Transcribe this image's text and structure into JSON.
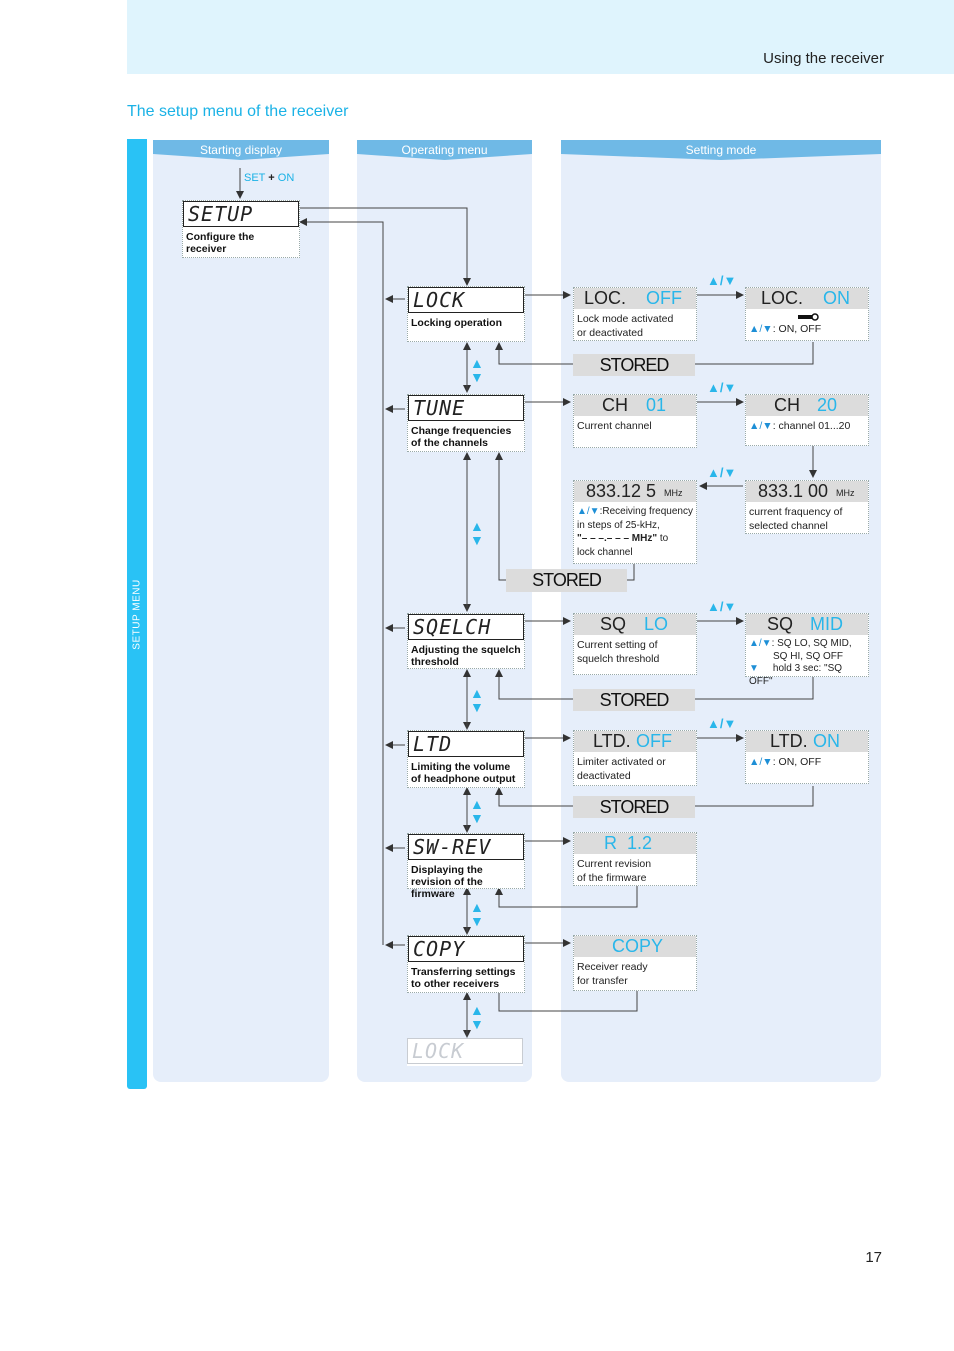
{
  "header": {
    "section": "Using the receiver",
    "title": "The setup menu of the receiver"
  },
  "sidebar": {
    "label": "SETUP MENU"
  },
  "columns": {
    "starting": "Starting display",
    "operating": "Operating menu",
    "setting": "Setting mode"
  },
  "start_hint": {
    "set": "SET",
    "plus": "+",
    "on": "ON"
  },
  "setup": {
    "lcd": "SETUP",
    "desc": "Configure the receiver"
  },
  "operating_menu": [
    {
      "lcd": "LOCK",
      "desc": "Locking operation"
    },
    {
      "lcd": "TUNE",
      "desc": "Change frequencies of the channels"
    },
    {
      "lcd": "SQELCH",
      "desc": "Adjusting the squelch threshold"
    },
    {
      "lcd": "LTD",
      "desc": "Limiting the volume of headphone output"
    },
    {
      "lcd": "SW-REV",
      "desc": "Displaying the revision of the firmware"
    },
    {
      "lcd": "COPY",
      "desc": "Transferring settings to other receivers"
    },
    {
      "lcd": "LOCK",
      "desc": ""
    }
  ],
  "settings": {
    "loc_off": {
      "a": "LOC.",
      "b": "OFF",
      "desc1": "Lock mode activated",
      "desc2": "or deactivated"
    },
    "loc_on": {
      "a": "LOC.",
      "b": "ON",
      "desc": ": ON, OFF"
    },
    "ch_01": {
      "a": "CH",
      "b": "01",
      "desc": "Current channel"
    },
    "ch_20": {
      "a": "CH",
      "b": "20",
      "desc": ": channel 01...20"
    },
    "freq_a": {
      "value": "833.12 5",
      "unit": "MHz",
      "desc1": ":Receiving frequency",
      "desc2": "in steps of 25-kHz,",
      "desc3": "\"– – –.– – – MHz\"",
      "desc3b": " to",
      "desc4": "lock channel"
    },
    "freq_b": {
      "value": "833.1 00",
      "unit": "MHz",
      "desc1": "current fraquency of",
      "desc2": "selected channel"
    },
    "sq_lo": {
      "a": "SQ",
      "b": "LO",
      "desc1": "Current setting of",
      "desc2": "squelch threshold"
    },
    "sq_mid": {
      "a": "SQ",
      "b": "MID",
      "desc1": ": SQ LO, SQ MID,",
      "desc2": "SQ HI, SQ OFF",
      "desc3": "hold 3 sec: \"SQ OFF\""
    },
    "ltd_off": {
      "a": "LTD.",
      "b": "OFF",
      "desc1": "Limiter activated or",
      "desc2": "deactivated"
    },
    "ltd_on": {
      "a": "LTD.",
      "b": "ON",
      "desc": ": ON, OFF"
    },
    "rev": {
      "value": "R  1.2",
      "desc1": "Current revision",
      "desc2": "of the firmware"
    },
    "copy": {
      "value": "COPY",
      "desc1": "Receiver ready",
      "desc2": "for transfer"
    }
  },
  "stored_label": "STORED",
  "page_number": "17",
  "colors": {
    "accent": "#29c2f5",
    "column_bg": "#e6eefa",
    "header_band": "#dff4fd",
    "lcd_gray": "#dcdcdc"
  },
  "icons": [
    "up-down-triangles-icon",
    "key-icon",
    "arrow-icon"
  ]
}
